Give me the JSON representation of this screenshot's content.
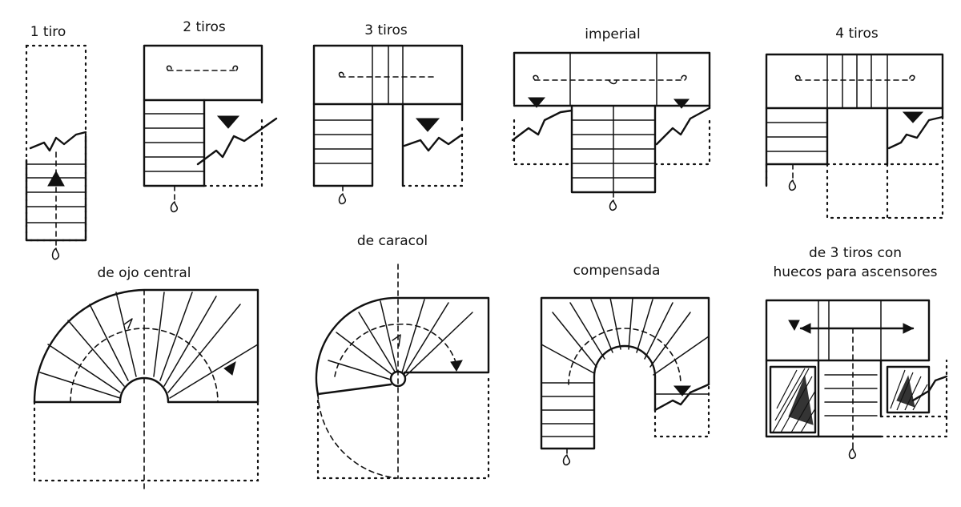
{
  "stair_types": [
    {
      "id": "1-tiro",
      "label": "1 tiro"
    },
    {
      "id": "2-tiros",
      "label": "2 tiros"
    },
    {
      "id": "3-tiros",
      "label": "3 tiros"
    },
    {
      "id": "imperial",
      "label": "imperial"
    },
    {
      "id": "4-tiros",
      "label": "4 tiros"
    },
    {
      "id": "ojo-central",
      "label": "de ojo central"
    },
    {
      "id": "caracol",
      "label": "de caracol"
    },
    {
      "id": "compensada",
      "label": "compensada"
    },
    {
      "id": "3-tiros-ascensores",
      "label_lines": [
        "de 3 tiros con",
        "huecos para ascensores"
      ]
    }
  ]
}
